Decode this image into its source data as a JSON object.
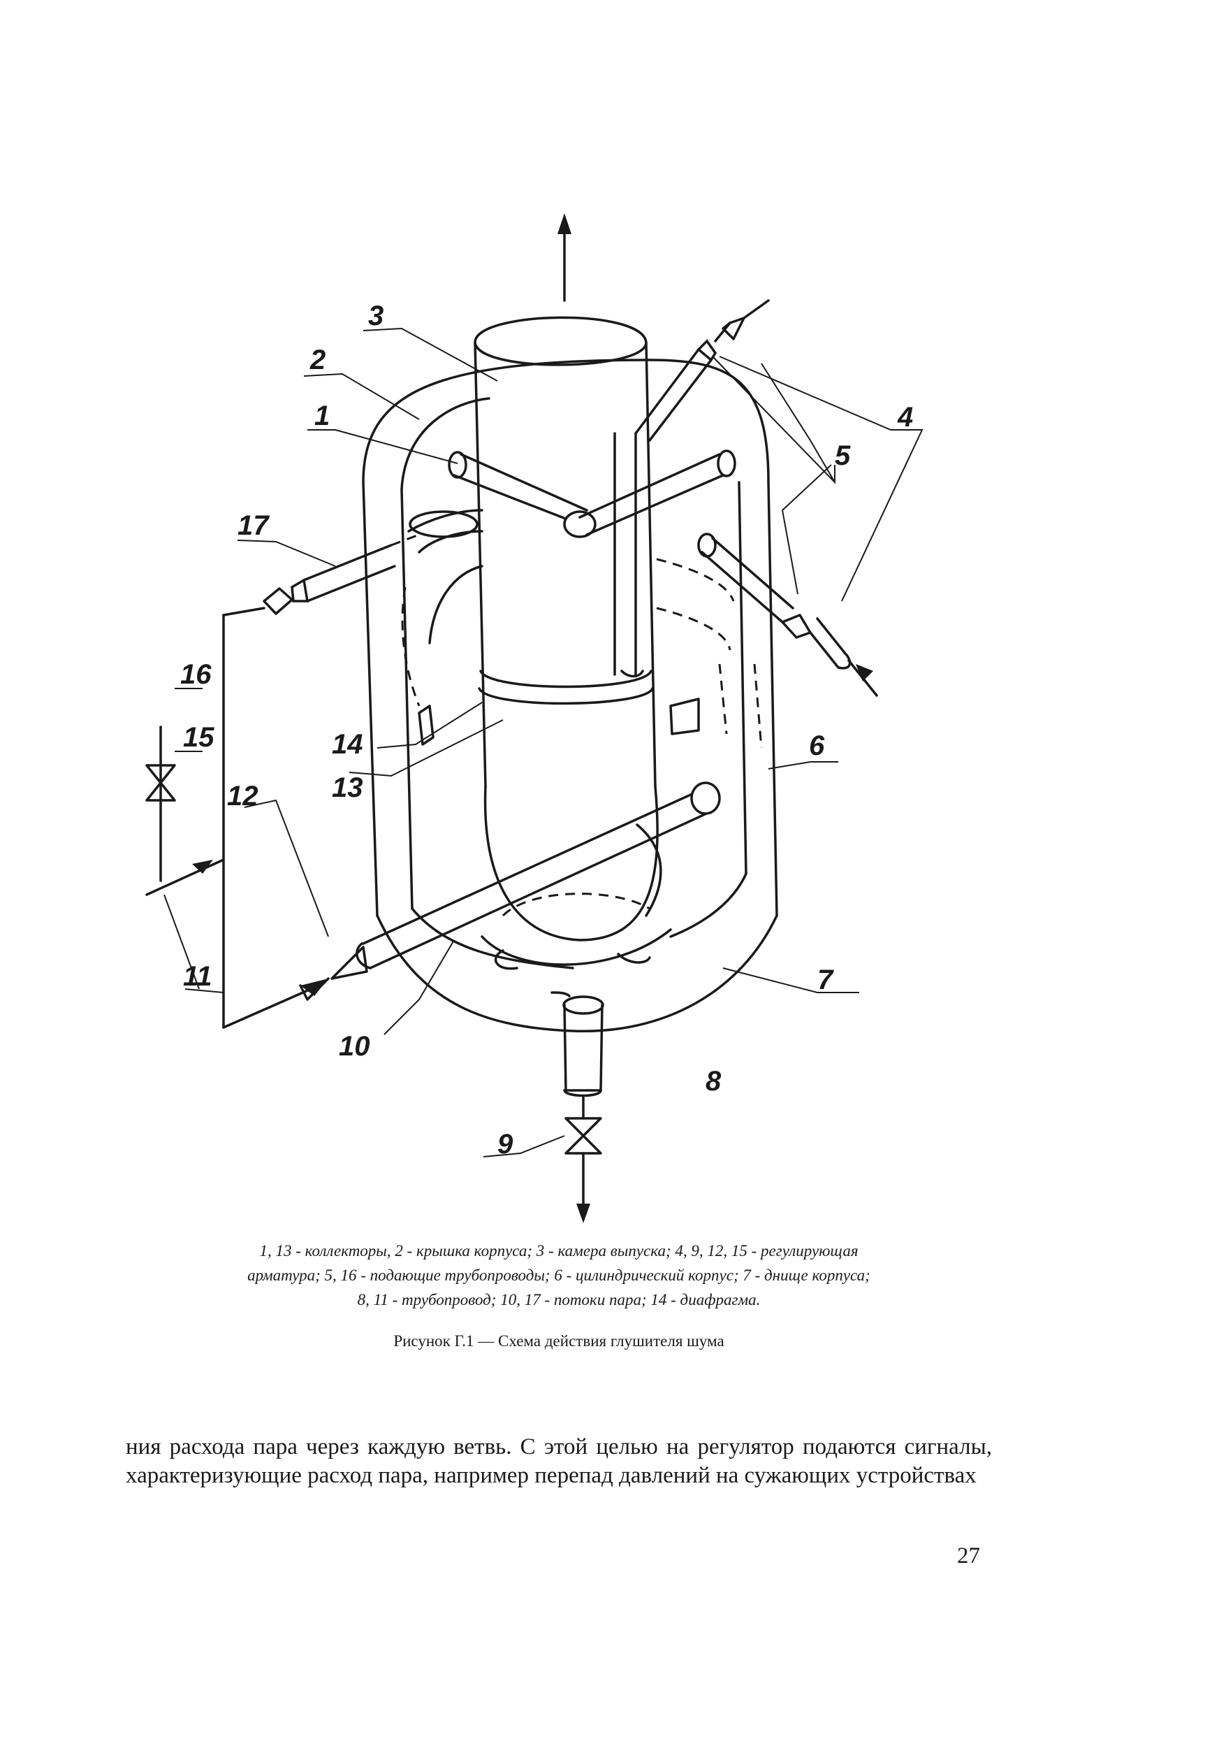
{
  "figure": {
    "labels": {
      "l1": "1",
      "l2": "2",
      "l3": "3",
      "l4": "4",
      "l5": "5",
      "l6": "6",
      "l7": "7",
      "l8": "8",
      "l9": "9",
      "l10": "10",
      "l11": "11",
      "l12": "12",
      "l13": "13",
      "l14": "14",
      "l15": "15",
      "l16": "16",
      "l17": "17"
    },
    "caption_line1": "1, 13 - коллекторы, 2 - крышка корпуса; 3 - камера выпуска; 4, 9, 12, 15 - регулирующая",
    "caption_line2": "арматура; 5, 16 - подающие трубопроводы; 6 - цилиндрический корпус; 7 - днище корпуса;",
    "caption_line3": "8, 11 - трубопровод; 10, 17 - потоки пара; 14 - диафрагма.",
    "title": "Рисунок Г.1 — Схема действия глушителя шума"
  },
  "body_text": "ния расхода пара через каждую ветвь. С этой целью на регулятор подаются сигналы, характеризующие расход пара, например перепад давлений на сужающих устройствах",
  "page_number": "27"
}
